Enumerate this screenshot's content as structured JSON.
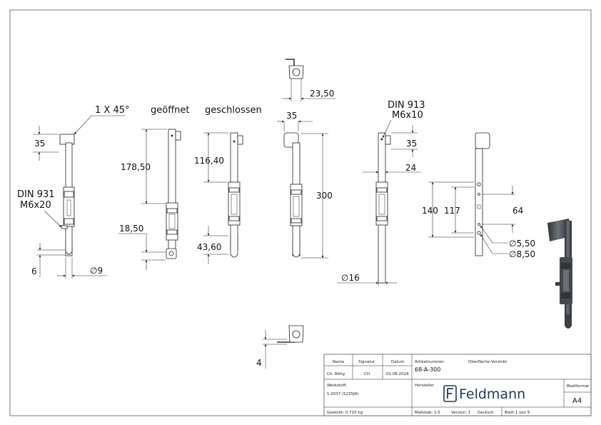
{
  "annotations": {
    "chamfer": "1 X 45°",
    "opened": "geöffnet",
    "closed": "geschlossen",
    "din931_a": "DIN 931",
    "din931_b": "M6x20",
    "din913_a": "DIN 913",
    "din913_b": "M6x10"
  },
  "dimensions": {
    "d35_left": "35",
    "d6": "6",
    "dia9": "∅9",
    "d178": "178,50",
    "d18": "18,50",
    "d116": "116,40",
    "d43": "43,60",
    "d23": "23,50",
    "d35_top": "35",
    "d300": "300",
    "d35_right": "35",
    "d24": "24",
    "dia16": "∅16",
    "d140": "140",
    "d117": "117",
    "d64": "64",
    "dia5": "∅5,50",
    "dia8": "∅8,50",
    "d4": "4"
  },
  "title_block": {
    "name_label": "Name",
    "signature_label": "Signatur",
    "date_label": "Datum",
    "name_value": "Ch. Rötig",
    "signature_value": "CH",
    "date_value": "01.08.2024",
    "article_label": "Artikelnummer",
    "article_value": "68-A-300",
    "surface_label": "Oberfläche:",
    "surface_value": "Verzinkt",
    "material_label": "Werkstoff:",
    "material_value": "1.0037 (S235JR)",
    "manufacturer_label": "Hersteller",
    "brand_name": "Feldmann",
    "sheet_format_label": "Blattformat",
    "sheet_format_value": "A4",
    "weight": "Gewicht: 0.710 kg",
    "scale": "Maßstab: 1:5",
    "version": "Version: 1",
    "language": "Deutsch",
    "sheet": "Blatt 1 von 5"
  },
  "colors": {
    "line": "#222222",
    "brand": "#1f3a5a",
    "part_shade": "#4a4d52"
  }
}
